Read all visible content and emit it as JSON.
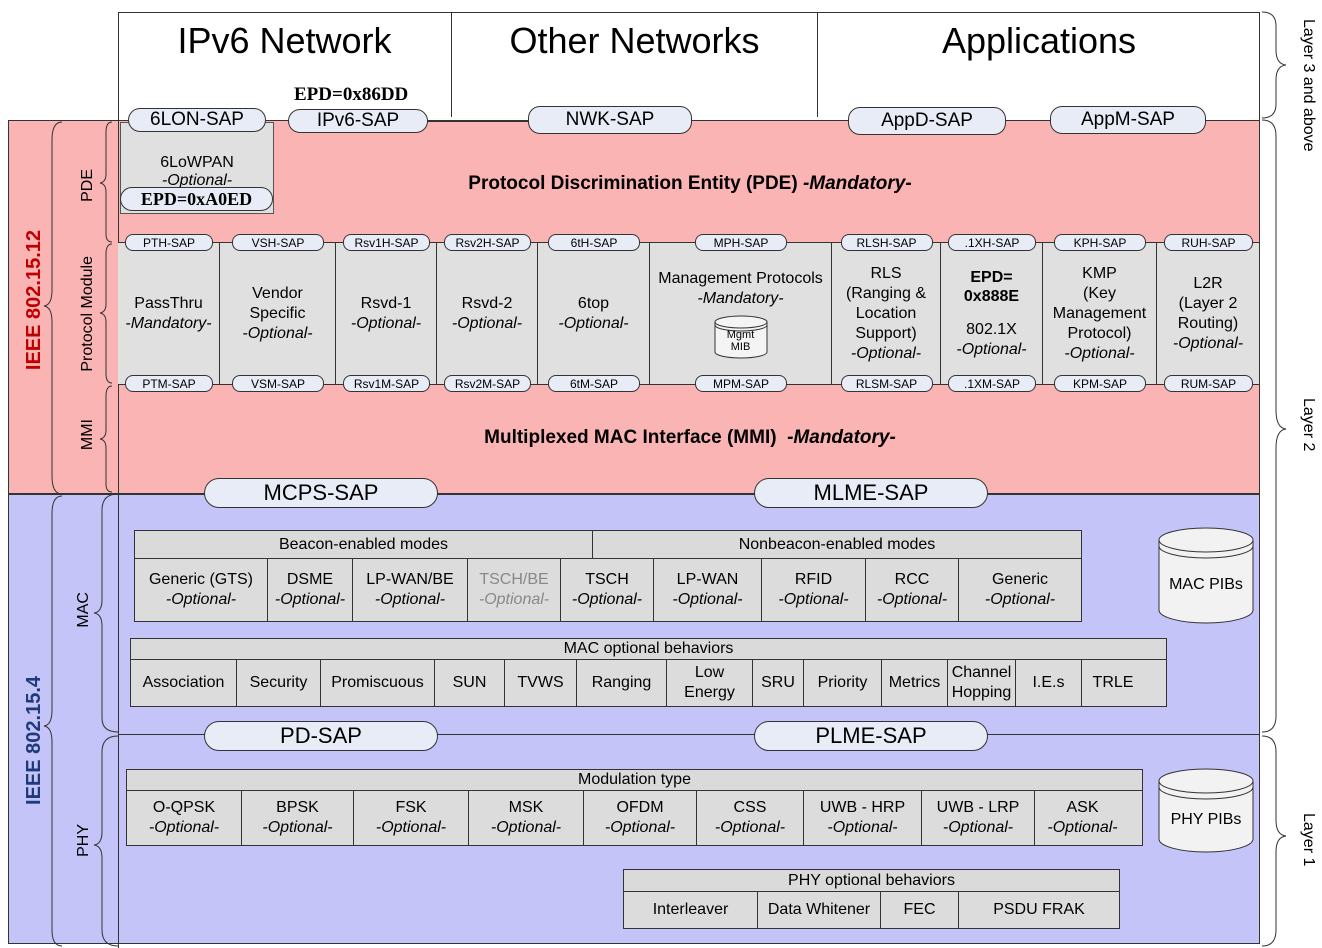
{
  "top_headers": [
    "IPv6 Network",
    "Other Networks",
    "Applications"
  ],
  "epd_ipv6": "EPD=0x86DD",
  "layer_saps": {
    "sixlon": "6LON-SAP",
    "ipv6": "IPv6-SAP",
    "nwk": "NWK-SAP",
    "appd": "AppD-SAP",
    "appm": "AppM-SAP"
  },
  "sixlowpan": {
    "name": "6LoWPAN",
    "opt": "-Optional-",
    "epd": "EPD=0xA0ED"
  },
  "side_labels": {
    "ieee15_12": "IEEE 802.15.12",
    "ieee15_4": "IEEE 802.15.4",
    "pde": "PDE",
    "protocol_module": "Protocol Module",
    "mmi": "MMI",
    "mac": "MAC",
    "phy": "PHY"
  },
  "right_labels": {
    "layer3": "Layer 3 and above",
    "layer2": "Layer 2",
    "layer1": "Layer 1"
  },
  "pde_title": {
    "main": "Protocol Discrimination Entity (PDE) ",
    "mand": "-Mandatory-"
  },
  "mmi_title": {
    "main": "Multiplexed MAC Interface (MMI)  ",
    "mand": "-Mandatory-"
  },
  "protocol_modules": [
    {
      "top": "PTH-SAP",
      "bottom": "PTM-SAP",
      "lines": [
        "PassThru"
      ],
      "status": "-Mandatory-"
    },
    {
      "top": "VSH-SAP",
      "bottom": "VSM-SAP",
      "lines": [
        "Vendor",
        "Specific"
      ],
      "status": "-Optional-"
    },
    {
      "top": "Rsv1H-SAP",
      "bottom": "Rsv1M-SAP",
      "lines": [
        "Rsvd-1"
      ],
      "status": "-Optional-"
    },
    {
      "top": "Rsv2H-SAP",
      "bottom": "Rsv2M-SAP",
      "lines": [
        "Rsvd-2"
      ],
      "status": "-Optional-"
    },
    {
      "top": "6tH-SAP",
      "bottom": "6tM-SAP",
      "lines": [
        "6top"
      ],
      "status": "-Optional-"
    },
    {
      "top": "MPH-SAP",
      "bottom": "MPM-SAP",
      "lines": [
        "Management Protocols"
      ],
      "status": "-Mandatory-",
      "mib": "Mgmt MIB"
    },
    {
      "top": "RLSH-SAP",
      "bottom": "RLSM-SAP",
      "lines": [
        "RLS",
        "(Ranging &",
        "Location",
        "Support)"
      ],
      "status": "-Optional-"
    },
    {
      "top": ".1XH-SAP",
      "bottom": ".1XM-SAP",
      "epd": "EPD= 0x888E",
      "lines": [
        "802.1X"
      ],
      "status": "-Optional-"
    },
    {
      "top": "KPH-SAP",
      "bottom": "KPM-SAP",
      "lines": [
        "KMP",
        "(Key",
        "Management",
        "Protocol)"
      ],
      "status": "-Optional-"
    },
    {
      "top": "RUH-SAP",
      "bottom": "RUM-SAP",
      "lines": [
        "L2R",
        "(Layer 2",
        "Routing)"
      ],
      "status": "-Optional-"
    }
  ],
  "mac_saps": {
    "mcps": "MCPS-SAP",
    "mlme": "MLME-SAP",
    "pd": "PD-SAP",
    "plme": "PLME-SAP"
  },
  "beacon_header": "Beacon-enabled modes",
  "nonbeacon_header": "Nonbeacon-enabled modes",
  "mac_modes": [
    {
      "name": "Generic (GTS)",
      "opt": "-Optional-"
    },
    {
      "name": "DSME",
      "opt": "-Optional-"
    },
    {
      "name": "LP-WAN/BE",
      "opt": "-Optional-"
    },
    {
      "name": "TSCH/BE",
      "opt": "-Optional-",
      "dim": true
    },
    {
      "name": "TSCH",
      "opt": "-Optional-"
    },
    {
      "name": "LP-WAN",
      "opt": "-Optional-"
    },
    {
      "name": "RFID",
      "opt": "-Optional-"
    },
    {
      "name": "RCC",
      "opt": "-Optional-"
    },
    {
      "name": "Generic",
      "opt": "-Optional-"
    }
  ],
  "mac_pibs": "MAC PIBs",
  "mac_opt_header": "MAC optional behaviors",
  "mac_opt_items": [
    "Association",
    "Security",
    "Promiscuous",
    "SUN",
    "TVWS",
    "Ranging",
    "Low Energy",
    "SRU",
    "Priority",
    "Metrics",
    "Channel Hopping",
    "I.E.s",
    "TRLE"
  ],
  "modulation_header": "Modulation type",
  "modulations": [
    {
      "name": "O-QPSK",
      "opt": "-Optional-"
    },
    {
      "name": "BPSK",
      "opt": "-Optional-"
    },
    {
      "name": "FSK",
      "opt": "-Optional-"
    },
    {
      "name": "MSK",
      "opt": "-Optional-"
    },
    {
      "name": "OFDM",
      "opt": "-Optional-"
    },
    {
      "name": "CSS",
      "opt": "-Optional-"
    },
    {
      "name": "UWB - HRP",
      "opt": "-Optional-"
    },
    {
      "name": "UWB - LRP",
      "opt": "-Optional-"
    },
    {
      "name": "ASK",
      "opt": "-Optional-"
    }
  ],
  "phy_pibs": "PHY PIBs",
  "phy_opt_header": "PHY optional behaviors",
  "phy_opt_items": [
    "Interleaver",
    "Data Whitener",
    "FEC",
    "PSDU FRAK"
  ]
}
